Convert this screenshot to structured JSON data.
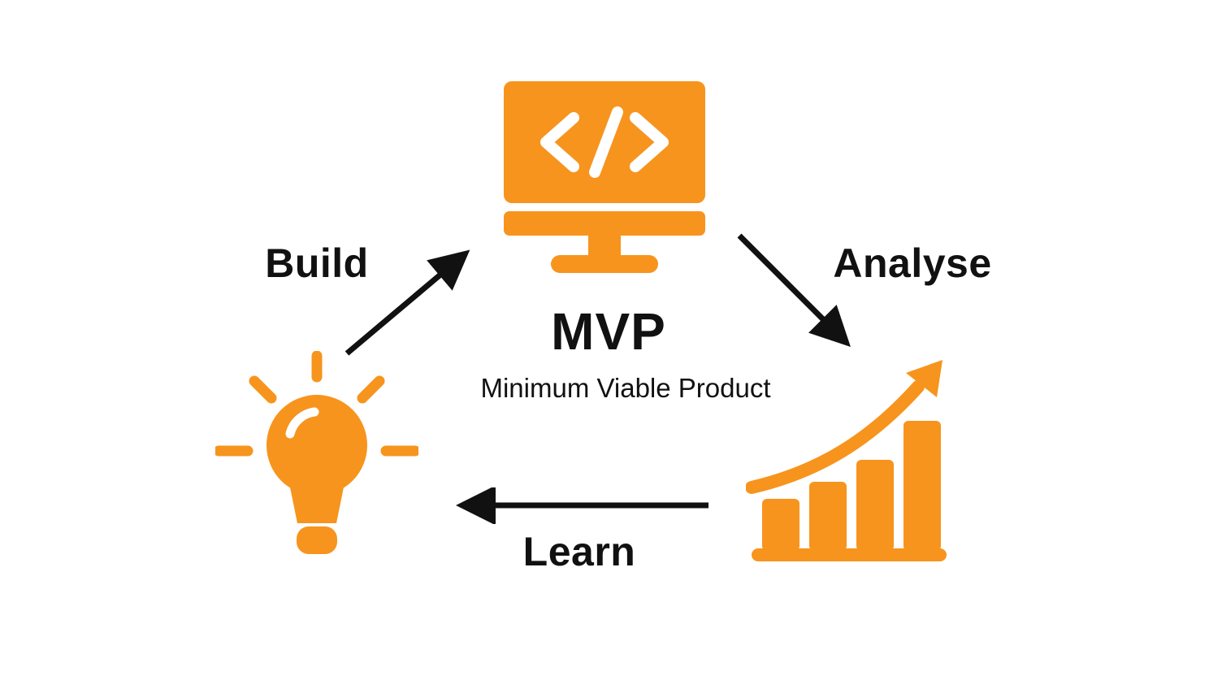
{
  "diagram": {
    "title": "MVP",
    "subtitle": "Minimum Viable Product",
    "labels": {
      "build": "Build",
      "analyse": "Analyse",
      "learn": "Learn"
    },
    "icons": [
      "monitor-code-icon",
      "bar-chart-icon",
      "lightbulb-icon"
    ],
    "cycle": [
      "Build",
      "Analyse",
      "Learn"
    ],
    "colors": {
      "accent": "#F7941D",
      "ink": "#111111",
      "background": "#FFFFFF"
    }
  }
}
